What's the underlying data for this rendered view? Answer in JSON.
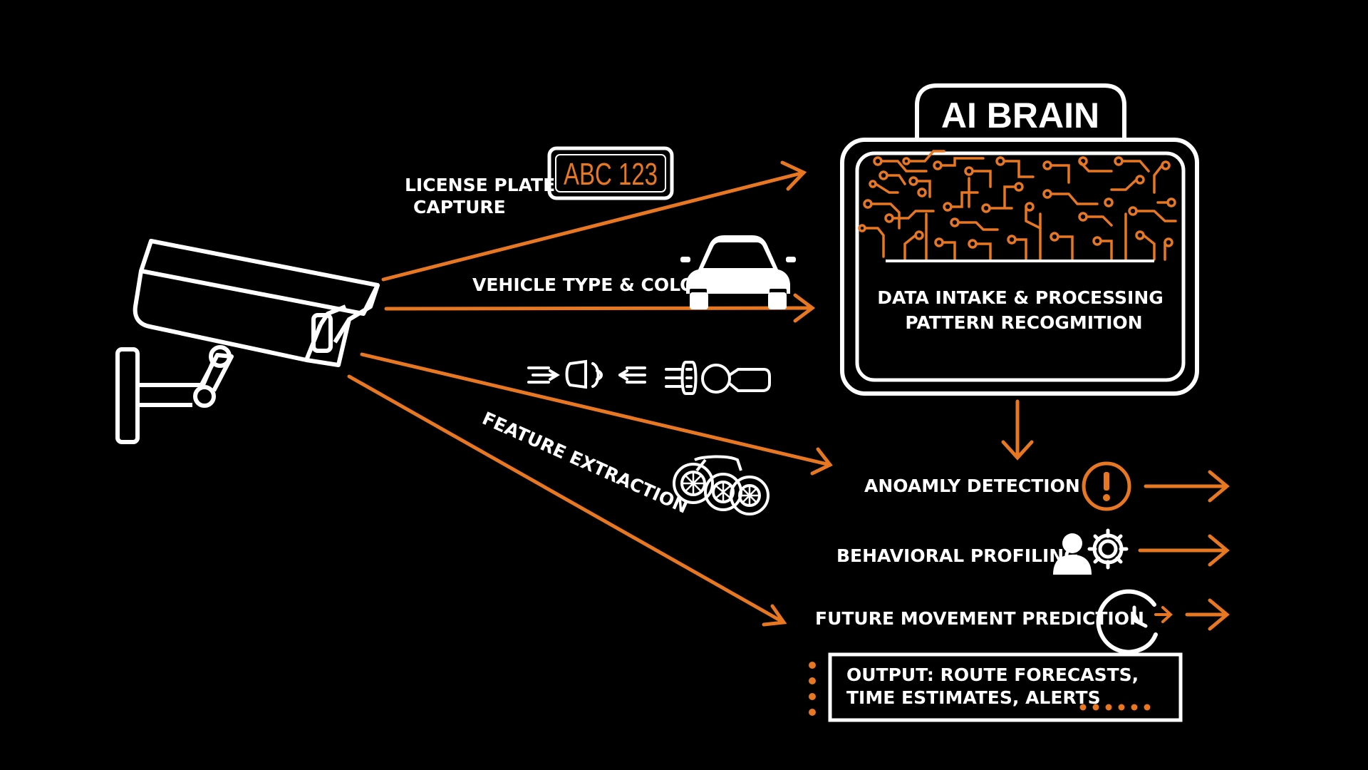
{
  "colors": {
    "accent": "#e87722",
    "foreground": "#ffffff",
    "background": "#000000"
  },
  "camera": {
    "icon": "security-camera-icon"
  },
  "inputs": {
    "license_plate": {
      "label_line1": "LICENSE PLATE",
      "label_line2": "CAPTURE",
      "plate_text": "ABC 123",
      "icon": "license-plate-icon"
    },
    "vehicle": {
      "label": "VEHICLE TYPE & COLOR",
      "icon": "car-icon"
    },
    "parts": {
      "icon_left": "headlight-icon",
      "icon_right": "side-mirror-icon"
    },
    "feature": {
      "label": "FEATURE EXTRACTION",
      "icon": "wheels-icon"
    }
  },
  "ai_brain": {
    "title": "AI BRAIN",
    "icon": "circuit-board-icon",
    "line1": "DATA INTAKE & PROCESSING",
    "line2": "PATTERN RECOGMITION"
  },
  "outputs": {
    "anomaly": {
      "label": "ANOAMLY DETECTION",
      "icon": "exclamation-icon"
    },
    "behavioral": {
      "label": "BEHAVIORAL PROFILING",
      "icon": "person-gear-icon"
    },
    "prediction": {
      "label": "FUTURE MOVEMENT PREDICTION",
      "icon": "clock-arrow-icon"
    },
    "result": {
      "line1": "OUTPUT: ROUTE FORECASTS,",
      "line2": "TIME ESTIMATES, ALERTS"
    }
  }
}
